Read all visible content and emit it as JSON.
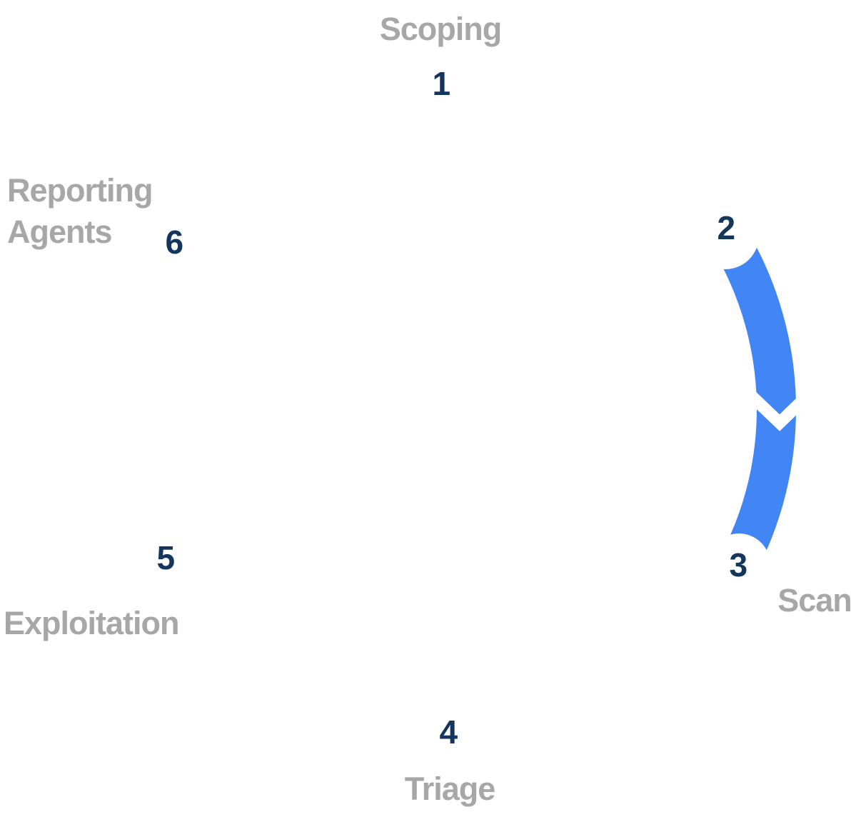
{
  "diagram": {
    "type": "circular-process-cycle",
    "steps": [
      {
        "number": "1",
        "label": "Scoping"
      },
      {
        "number": "2",
        "label": ""
      },
      {
        "number": "3",
        "label": "Scan"
      },
      {
        "number": "4",
        "label": "Triage"
      },
      {
        "number": "5",
        "label": "Exploitation"
      },
      {
        "number": "6",
        "label": "Reporting Agents"
      }
    ],
    "arrow": {
      "from_step": "2",
      "to_step": "3",
      "direction": "clockwise",
      "shape": "curved-band-with-chevron-arrowhead"
    }
  },
  "colors": {
    "step_number": "#14355C",
    "step_label": "#A7A7A7",
    "arrow": "#4285F4",
    "background": "#FFFFFF"
  }
}
